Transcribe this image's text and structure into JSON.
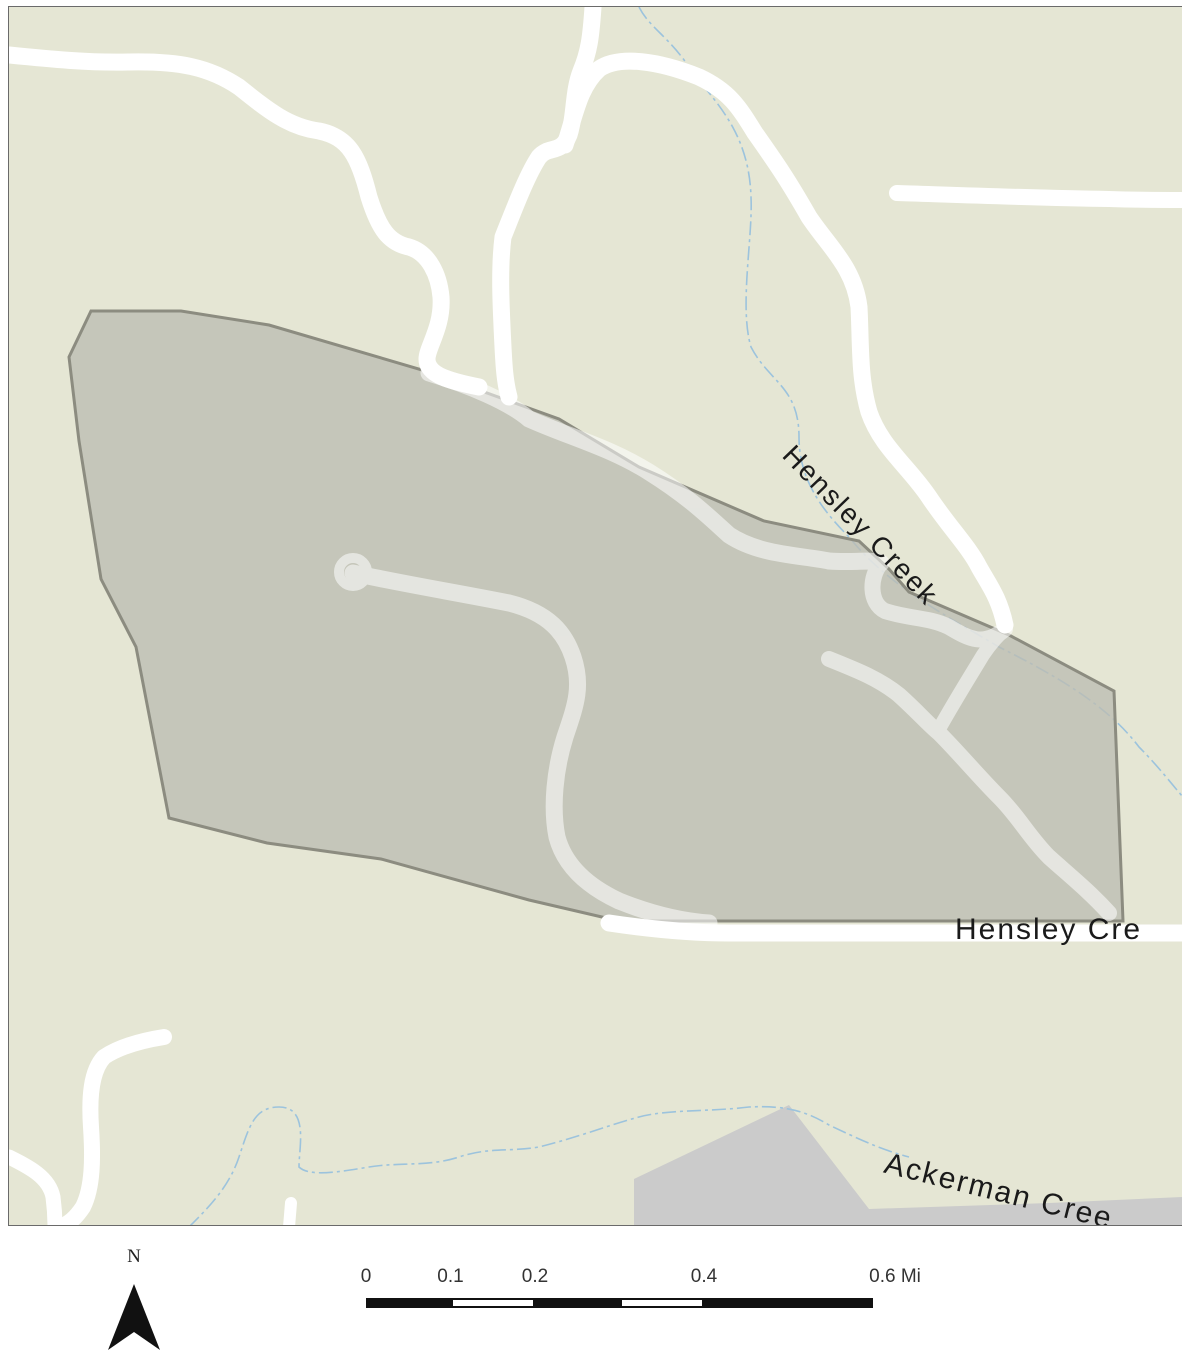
{
  "map": {
    "background_color": "#e5e6d4",
    "parcel_color": "#bdbdb2",
    "parcel_outline_color": "#8c8c80",
    "urban_area_color": "#cbcbcb",
    "road_color": "#ffffff",
    "stream_color": "#9cc3dd",
    "labels": {
      "hensley_creek_stream": "Hensley Creek",
      "hensley_creek_road": "Hensley Cre",
      "ackerman_creek": "Ackerman Cree"
    }
  },
  "north_arrow": {
    "letter": "N",
    "icon": "north-arrow-icon"
  },
  "scale_bar": {
    "unit": "Mi",
    "ticks": [
      "0",
      "0.1",
      "0.2",
      "0.4",
      "0.6 Mi"
    ],
    "tick_values": [
      0,
      0.1,
      0.2,
      0.4,
      0.6
    ]
  }
}
